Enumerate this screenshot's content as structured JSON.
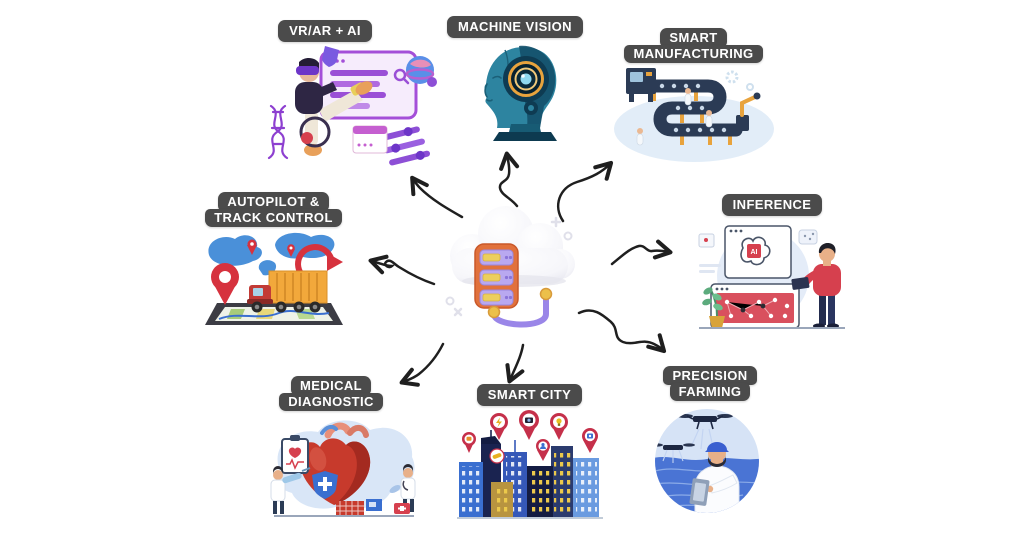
{
  "canvas": {
    "background": "#ffffff"
  },
  "badge_style": {
    "bg": "#4b4b4b",
    "text_color": "#ffffff"
  },
  "arrow_color": "#1f1f1f",
  "center": {
    "name": "cloud-server"
  },
  "nodes": {
    "vr_ar": {
      "label": "VR/AR + AI"
    },
    "machine_vision": {
      "label": "MACHINE VISION"
    },
    "smart_manufacturing": {
      "line1": "SMART",
      "line2": "MANUFACTURING"
    },
    "autopilot": {
      "line1": "AUTOPILOT &",
      "line2": "TRACK CONTROL"
    },
    "inference": {
      "label": "INFERENCE",
      "chip": "AI"
    },
    "medical": {
      "line1": "MEDICAL",
      "line2": "DIAGNOSTIC"
    },
    "smart_city": {
      "label": "SMART CITY"
    },
    "precision_farming": {
      "line1": "PRECISION",
      "line2": "FARMING"
    }
  }
}
